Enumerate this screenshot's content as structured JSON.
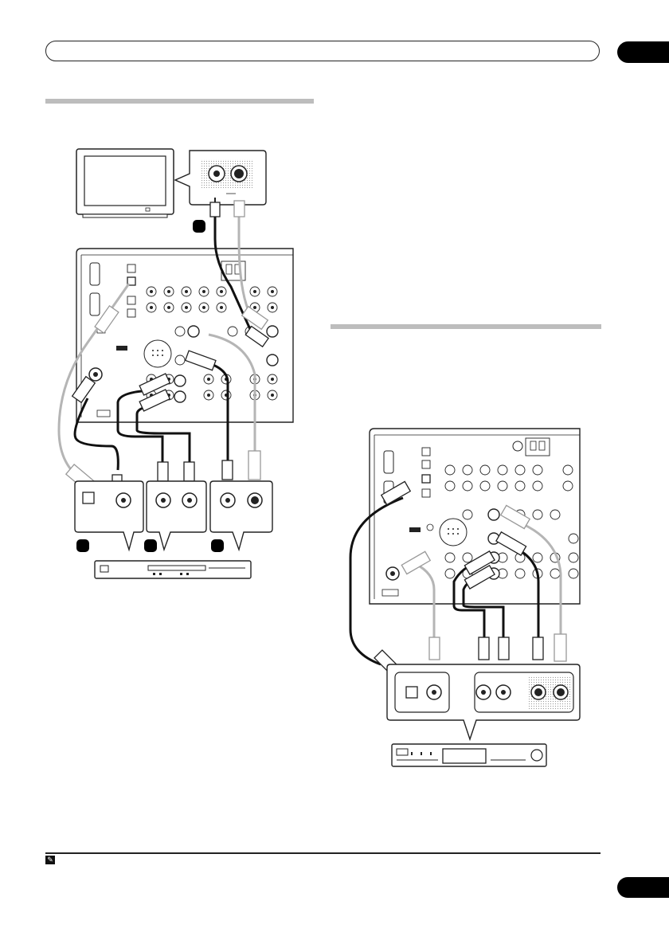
{
  "header": {
    "chapter_title": "",
    "chapter_number": ""
  },
  "footer": {
    "note_text": "",
    "page_number": ""
  },
  "diagrams": {
    "tv_connection": {
      "step_labels": [
        "",
        "",
        "",
        ""
      ],
      "devices": [
        "tv",
        "tv-jack-panel",
        "receiver-rear-panel",
        "dvd-player",
        "dvd-jack-panels"
      ]
    },
    "recorder_connection": {
      "devices": [
        "receiver-rear-panel",
        "recorder-jack-panel",
        "hdd-dvd-recorder"
      ]
    }
  },
  "colors": {
    "section_rule": "#bdbdbd",
    "chapter_tab": "#000000",
    "cable_black": "#111111",
    "cable_grey": "#b5b5b5",
    "outline": "#222222"
  },
  "icons": [
    "note-icon",
    "optical-jack-icon",
    "rca-jack-icon",
    "s-video-jack-icon",
    "power-button-icon"
  ]
}
